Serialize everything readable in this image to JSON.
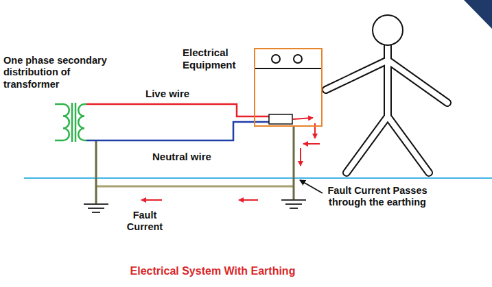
{
  "diagram": {
    "caption": "Electrical System With Earthing",
    "nodes": [
      {
        "text": [
          "Electrical Equipment"
        ]
      }
    ],
    "labels": [
      "One phase secondary distribution of transformer",
      "Live wire",
      "Neutral wire",
      "Fault Current Passes through the earthing",
      "Fault Current"
    ]
  }
}
